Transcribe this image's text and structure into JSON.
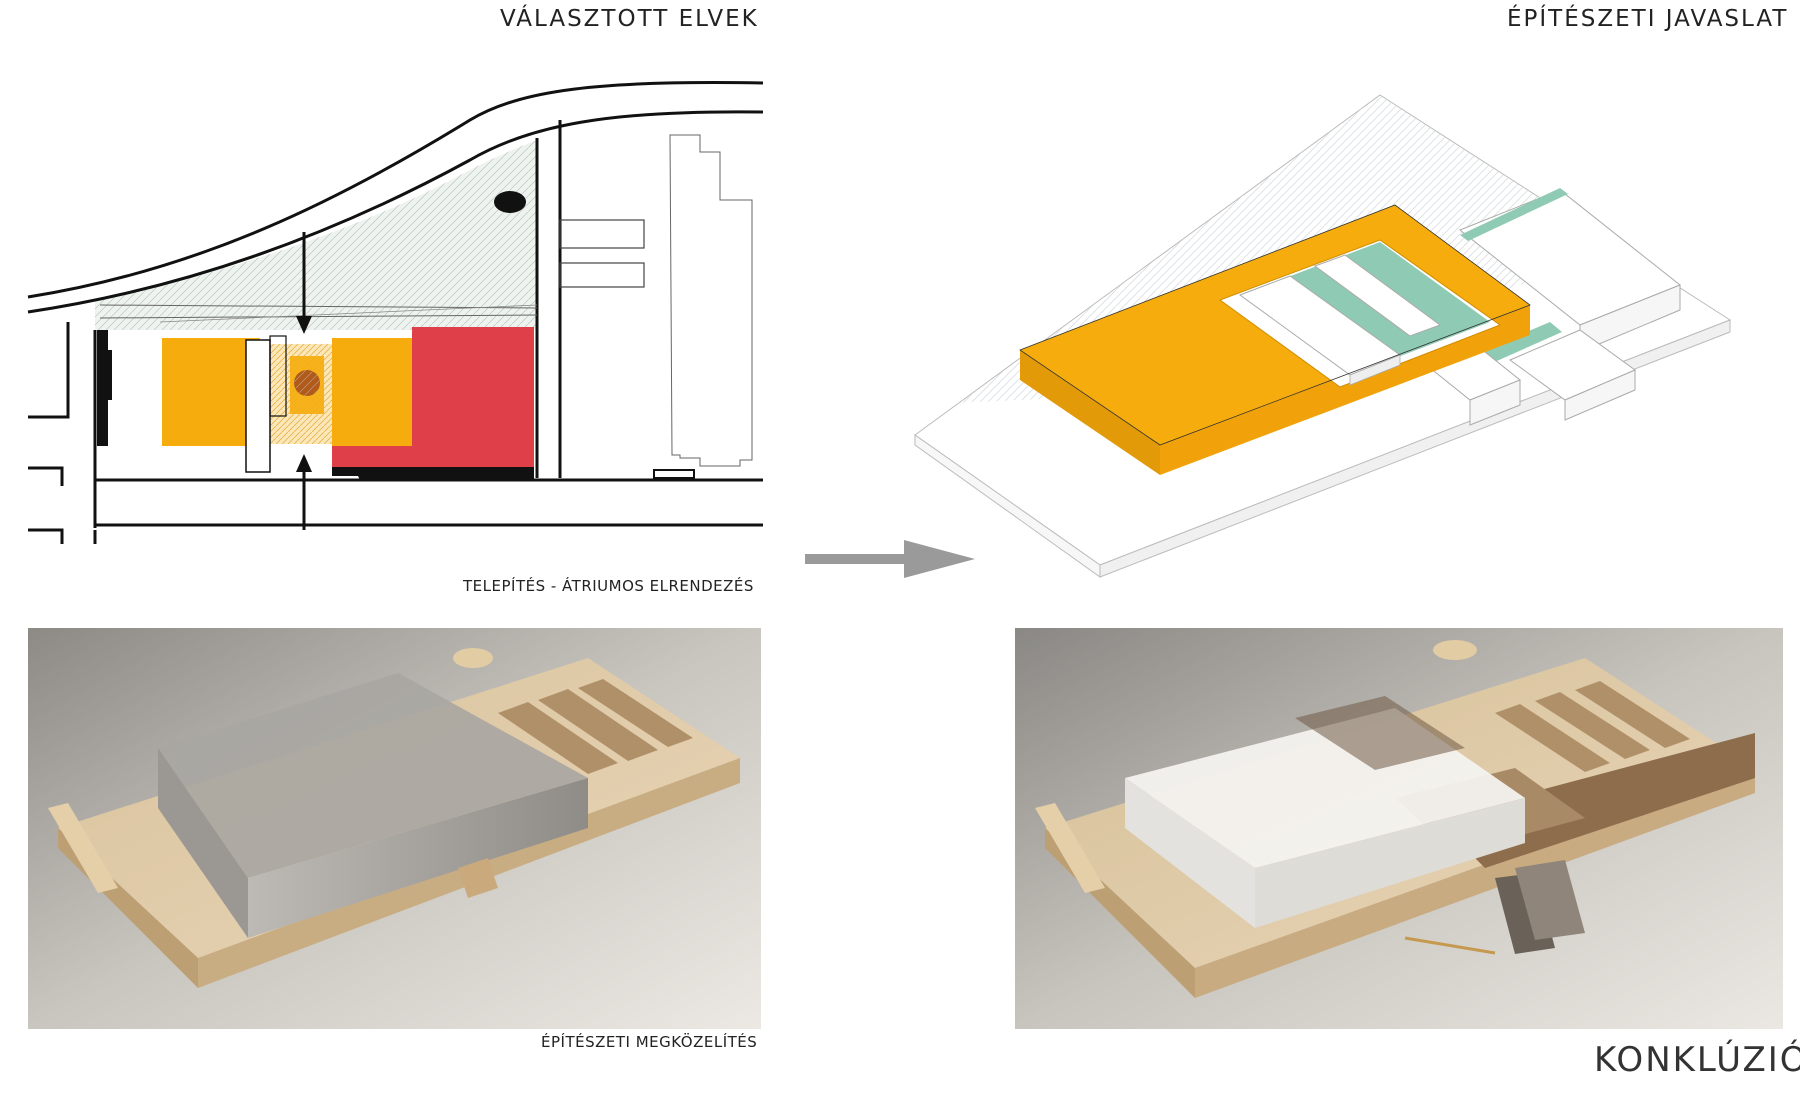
{
  "titles": {
    "left": "VÁLASZTOTT ELVEK",
    "right": "ÉPÍTÉSZETI JAVASLAT"
  },
  "captions": {
    "site_plan": "TELEPÍTÉS - ÁTRIUMOS ELRENDEZÉS",
    "model": "ÉPÍTÉSZETI MEGKÖZELÍTÉS"
  },
  "conclusion": "KONKLÚZIÓ",
  "colors": {
    "orange": "#F5AC0C",
    "red": "#DE3F48",
    "green": "#8FCBB4",
    "arrow_gray": "#9A9A9A",
    "wood": "#D7BE98"
  }
}
